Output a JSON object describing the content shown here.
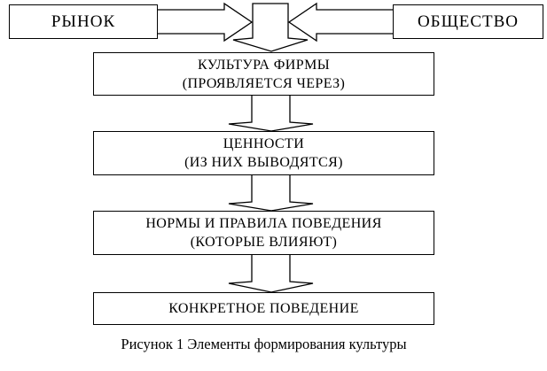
{
  "top_row": {
    "market_label": "РЫНОК",
    "society_label": "ОБЩЕСТВО"
  },
  "boxes": [
    {
      "line1": "КУЛЬТУРА ФИРМЫ",
      "line2": "(ПРОЯВЛЯЕТСЯ ЧЕРЕЗ)"
    },
    {
      "line1": "ЦЕННОСТИ",
      "line2": "(ИЗ НИХ ВЫВОДЯТСЯ)"
    },
    {
      "line1": "НОРМЫ И ПРАВИЛА ПОВЕДЕНИЯ",
      "line2": "(КОТОРЫЕ ВЛИЯЮТ)"
    },
    {
      "line1": "КОНКРЕТНОЕ ПОВЕДЕНИЕ",
      "line2": ""
    }
  ],
  "caption": "Рисунок 1 Элементы формирования культуры",
  "icons": {
    "market_to_center": "right-block-arrow",
    "society_to_center": "left-block-arrow",
    "center_inflow": "down-block-arrow",
    "connectors": "down-outline-arrow"
  },
  "colors": {
    "line": "#000000",
    "background": "#ffffff",
    "box_fill": "#ffffff",
    "text": "#000000"
  }
}
